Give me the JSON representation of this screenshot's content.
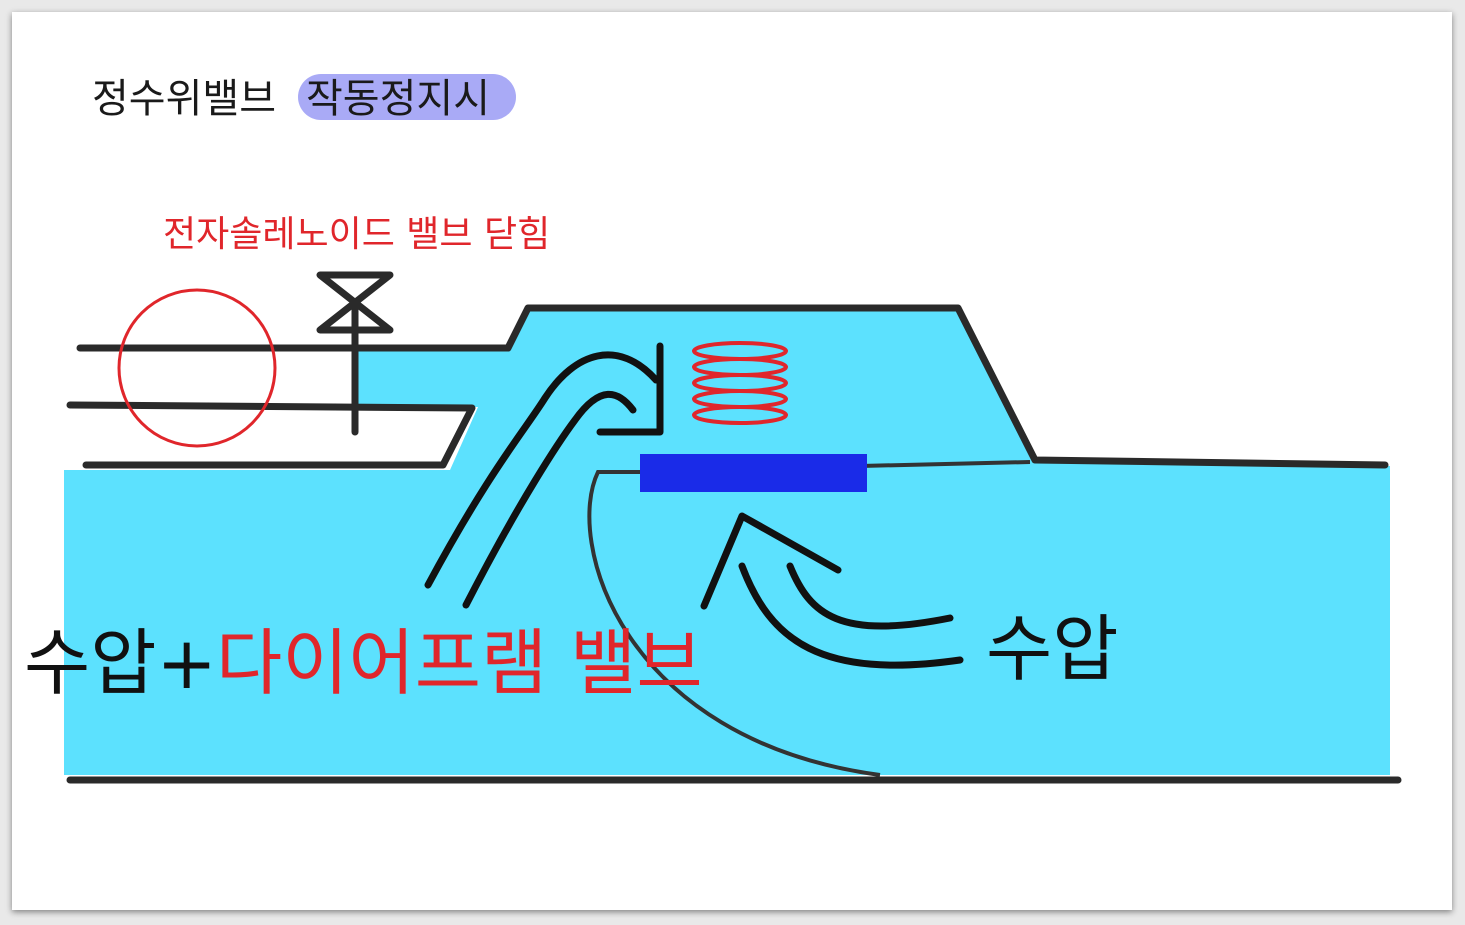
{
  "title": {
    "main": "정수위밸브",
    "highlight": "작동정지시"
  },
  "labels": {
    "solenoid": "전자솔레노이드 밸브 닫힘",
    "left_pressure": "수압+",
    "diaphragm": "다이어프램 밸브",
    "right_pressure": "수압"
  },
  "colors": {
    "water": "#5ce1fe",
    "highlight": "#a9aaf6",
    "red": "#e0262b",
    "diaphragm": "#1a2be8",
    "line": "#1a1a1a"
  }
}
